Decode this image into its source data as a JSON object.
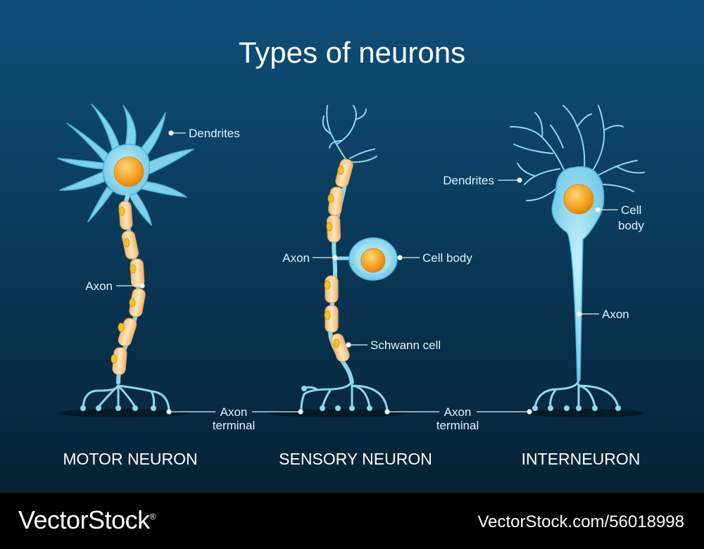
{
  "title": "Types of neurons",
  "labels": {
    "motor_dendrites": "Dendrites",
    "motor_axon": "Axon",
    "axon_terminal_left_1": "Axon",
    "axon_terminal_left_2": "terminal",
    "sensory_axon": "Axon",
    "sensory_cell_body": "Cell body",
    "schwann_cell": "Schwann cell",
    "inter_dendrites": "Dendrites",
    "inter_cell_body_1": "Cell",
    "inter_cell_body_2": "body",
    "inter_axon": "Axon",
    "axon_terminal_right_1": "Axon",
    "axon_terminal_right_2": "terminal"
  },
  "neuron_types": [
    "MOTOR NEURON",
    "SENSORY NEURON",
    "INTERNEURON"
  ],
  "footer": {
    "logo": "VectorStock",
    "logo_mark": "®",
    "image_id": "VectorStock.com/56018998"
  },
  "colors": {
    "background_top": "#0e4f7a",
    "background_bottom": "#06253b",
    "cell_fill": "#8fd8ec",
    "cell_outline": "#4fb4d6",
    "nucleus": "#f6a323",
    "myelin": "#fbd79f",
    "myelin_outline": "#e8b36a",
    "schwann_nucleus": "#f5c227"
  }
}
